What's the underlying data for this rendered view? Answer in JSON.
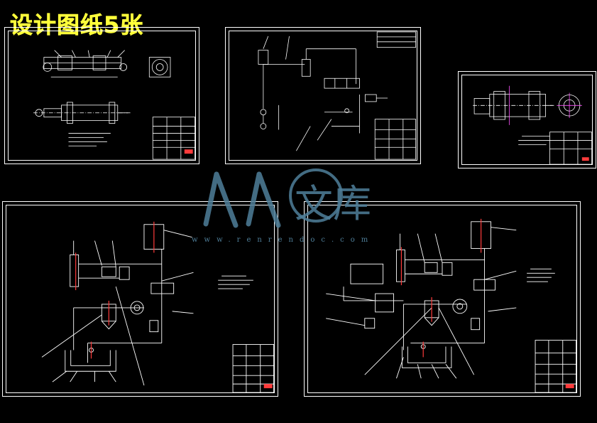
{
  "header": {
    "title": "设计图纸5张",
    "color": "#ffff3a"
  },
  "watermark": {
    "brand": "人人文库",
    "url": "www.renrendoc.com",
    "color": "#4f7f9a"
  },
  "sheets": [
    {
      "id": "drawing-1",
      "kind": "cylinder assembly drawing"
    },
    {
      "id": "drawing-2",
      "kind": "hydraulic schematic"
    },
    {
      "id": "drawing-3",
      "kind": "part drawing"
    },
    {
      "id": "drawing-4",
      "kind": "system piping diagram"
    },
    {
      "id": "drawing-5",
      "kind": "system piping diagram"
    }
  ],
  "colors": {
    "line": "#ffffff",
    "accent": "#ff3b3b",
    "background": "#000000"
  }
}
